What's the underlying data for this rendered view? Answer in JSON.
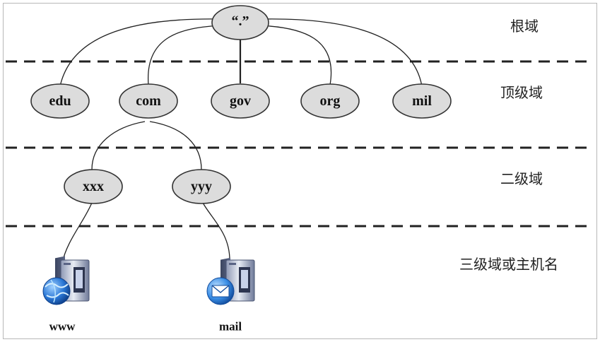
{
  "root": {
    "label": "“.”"
  },
  "top_level": [
    {
      "label": "edu"
    },
    {
      "label": "com"
    },
    {
      "label": "gov"
    },
    {
      "label": "org"
    },
    {
      "label": "mil"
    }
  ],
  "second_level": [
    {
      "label": "xxx"
    },
    {
      "label": "yyy"
    }
  ],
  "hosts": [
    {
      "label": "www",
      "icon": "web-server-icon"
    },
    {
      "label": "mail",
      "icon": "mail-server-icon"
    }
  ],
  "levels": [
    {
      "label": "根域"
    },
    {
      "label": "顶级域"
    },
    {
      "label": "二级域"
    },
    {
      "label": "三级域或主机名"
    }
  ],
  "colors": {
    "node_fill": "#dcdcdc",
    "node_stroke": "#333333",
    "edge": "#222222",
    "separator": "#222222",
    "frame": "#b8b8b8"
  }
}
